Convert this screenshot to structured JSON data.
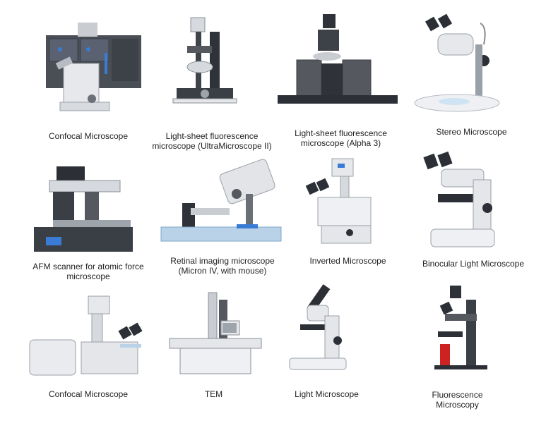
{
  "items": [
    {
      "label": "Confocal Microscope",
      "icon": "confocal-microscope-icon"
    },
    {
      "label": "Light-sheet fluorescence\nmicroscope (UltraMicroscope II)",
      "icon": "light-sheet-microscope-icon"
    },
    {
      "label": "Light-sheet fluorescence\nmicroscope (Alpha 3)",
      "icon": "light-sheet-alpha3-icon"
    },
    {
      "label": "Stereo Microscope",
      "icon": "stereo-microscope-icon"
    },
    {
      "label": "AFM scanner for atomic force\nmicroscope",
      "icon": "afm-scanner-icon"
    },
    {
      "label": "Retinal imaging microscope\n(Micron IV, with mouse)",
      "icon": "retinal-imaging-microscope-icon"
    },
    {
      "label": "Inverted Microscope",
      "icon": "inverted-microscope-icon"
    },
    {
      "label": "Binocular Light Microscope",
      "icon": "binocular-light-microscope-icon"
    },
    {
      "label": "Confocal Microscope",
      "icon": "confocal-microscope-icon"
    },
    {
      "label": "TEM",
      "icon": "tem-icon"
    },
    {
      "label": "Light Microscope",
      "icon": "light-microscope-icon"
    },
    {
      "label": "Fluorescence\nMicroscopy",
      "icon": "fluorescence-microscope-icon"
    }
  ]
}
